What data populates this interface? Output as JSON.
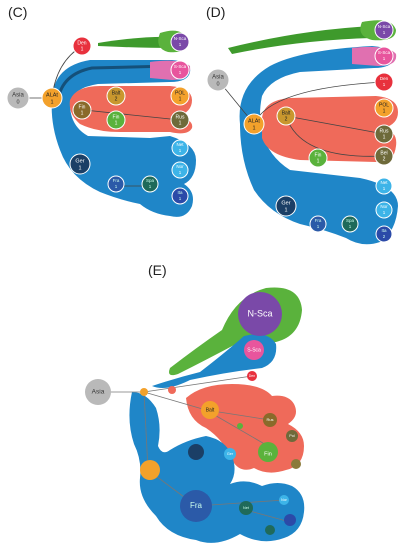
{
  "panels": {
    "c": {
      "label": "(C)"
    },
    "d": {
      "label": "(D)"
    },
    "e": {
      "label": "(E)"
    }
  },
  "colors": {
    "blue": "#1f86c8",
    "blue_dark": "#14507a",
    "salmon": "#ef6a5a",
    "green": "#5ab23c",
    "pink": "#e8559d",
    "grey": "#b9b9b9",
    "orange": "#f3a12b",
    "purple": "#7a49a8"
  },
  "nodes": {
    "c": {
      "asia": {
        "name": "Asia",
        "val": "0"
      },
      "alat": {
        "name": "ALAt",
        "val": "1"
      },
      "denm": {
        "name": "Den",
        "val": "1"
      },
      "nsca": {
        "name": "N-Sca",
        "val": "1"
      },
      "ssca": {
        "name": "S-Sca",
        "val": "1"
      },
      "balt": {
        "name": "Balt",
        "val": "2"
      },
      "pol": {
        "name": "POL",
        "val": "1"
      },
      "fin": {
        "name": "Fin",
        "val": "1"
      },
      "rus": {
        "name": "Rus",
        "val": "1"
      },
      "fin2": {
        "name": "Fin",
        "val": "1"
      },
      "ger": {
        "name": "Ger",
        "val": "1"
      },
      "net": {
        "name": "Net",
        "val": "1"
      },
      "nor": {
        "name": "Nor",
        "val": "1"
      },
      "b1": {
        "name": "Fra",
        "val": "1"
      },
      "b2": {
        "name": "Spa",
        "val": "1"
      },
      "b3": {
        "name": "Ita",
        "val": "1"
      }
    },
    "d": {
      "asia": {
        "name": "Asia",
        "val": "0"
      },
      "alat": {
        "name": "ALAt",
        "val": "1"
      },
      "nsca": {
        "name": "N-Sca",
        "val": "1"
      },
      "ssca": {
        "name": "S-Sca",
        "val": "1"
      },
      "denm": {
        "name": "Den",
        "val": "1"
      },
      "balt": {
        "name": "Balt",
        "val": "2"
      },
      "pol": {
        "name": "POL",
        "val": "1"
      },
      "rus": {
        "name": "Rus",
        "val": "1"
      },
      "bel": {
        "name": "Bel",
        "val": "2"
      },
      "fin": {
        "name": "Fin",
        "val": "1"
      },
      "net": {
        "name": "Net",
        "val": "1"
      },
      "ger": {
        "name": "Ger",
        "val": "1"
      },
      "nor": {
        "name": "Nor",
        "val": "1"
      },
      "b1": {
        "name": "Fra",
        "val": "1"
      },
      "b2": {
        "name": "Spa",
        "val": "1"
      },
      "b3": {
        "name": "Ita",
        "val": "2"
      }
    },
    "e": {
      "asia": {
        "name": "Asia"
      },
      "nsca": {
        "name": "N-Sca"
      },
      "ssca": {
        "name": "S-Sca"
      },
      "den": {
        "name": "Den"
      },
      "balt": {
        "name": "Balt"
      },
      "fin": {
        "name": "Fin"
      },
      "fra": {
        "name": "Fra"
      },
      "rus": {
        "name": "Rus"
      },
      "pol": {
        "name": "Pol"
      },
      "net": {
        "name": "Net"
      },
      "nor": {
        "name": "Nor"
      },
      "ger": {
        "name": "Ger"
      }
    }
  }
}
